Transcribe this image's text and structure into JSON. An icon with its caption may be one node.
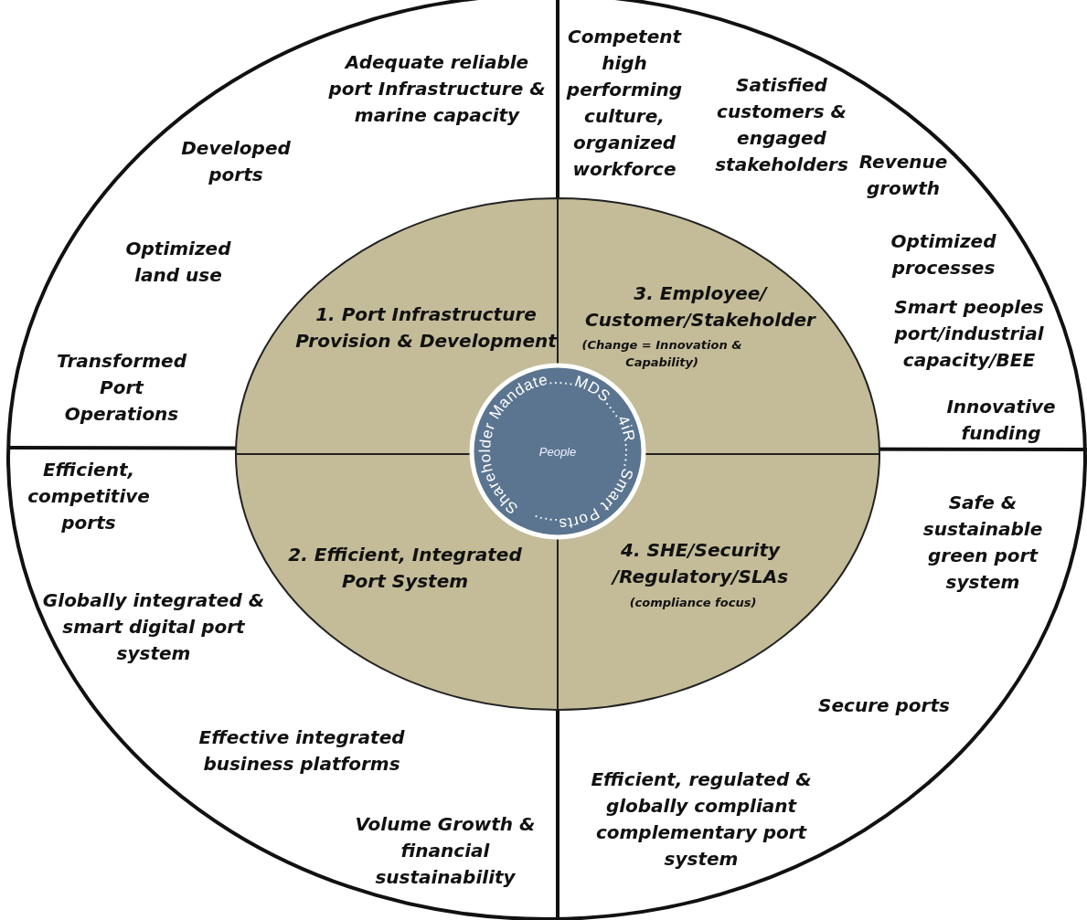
{
  "diagram": {
    "nodes": [
      {
        "text": [
          "1. Port Infrastructure Provision & Development"
        ]
      },
      {
        "text": [
          "3. Employee/ Customer/Stakeholder",
          "(Change = Innovation & Capability)"
        ]
      },
      {
        "text": [
          "2. Efficient, Integrated Port System"
        ]
      },
      {
        "text": [
          "4. SHE/Security /Regulatory/SLAs",
          "(compliance focus)"
        ]
      },
      {
        "text": [
          "Shareholder Mandate.....MDS....4iR.....Smart Ports.....",
          "People"
        ]
      }
    ],
    "labels": [
      "Adequate reliable port Infrastructure & marine capacity",
      "Competent high performing culture, organized workforce",
      "Satisfied customers & engaged stakeholders",
      "Developed ports",
      "Revenue growth",
      "Optimized processes",
      "Optimized land use",
      "Smart peoples port/industrial capacity/BEE",
      "Transformed Port Operations",
      "Innovative funding",
      "Efficient, competitive ports",
      "Safe & sustainable green port system",
      "Globally integrated & smart digital port system",
      "Secure ports",
      "Effective integrated business platforms",
      "Efficient, regulated & globally compliant complementary port system",
      "Volume Growth & financial sustainability"
    ]
  }
}
